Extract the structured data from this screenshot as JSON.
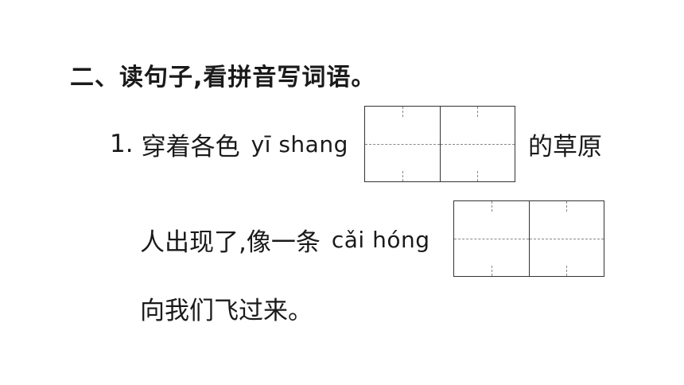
{
  "exercise": {
    "heading": "二、读句子,看拼音写词语。",
    "item1": {
      "number": "1.",
      "before": "穿着各色",
      "pinyin": "yī shang",
      "after": "的草原"
    },
    "item2": {
      "before": "人出现了,像一条",
      "pinyin": "cǎi hóng"
    },
    "item3": {
      "text": "向我们飞过来。"
    }
  }
}
